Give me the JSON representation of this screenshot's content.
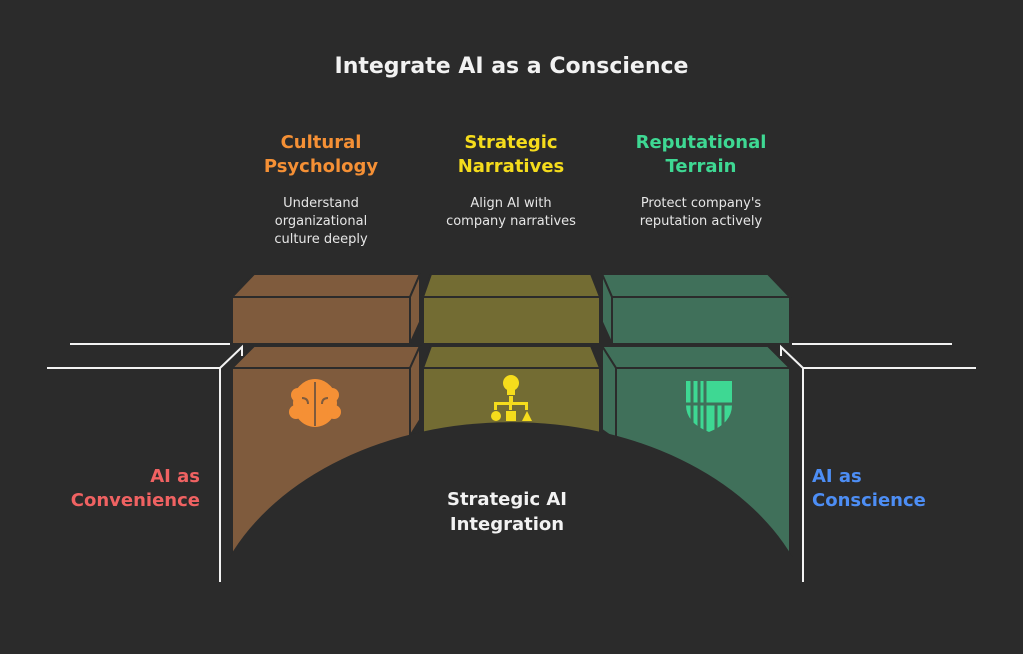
{
  "title": "Integrate AI as a Conscience",
  "pillars": [
    {
      "heading": "Cultural\nPsychology",
      "description": "Understand\norganizational\nculture deeply",
      "icon": "brain-icon",
      "color": "#f59035",
      "block_color": "#7f5b3d"
    },
    {
      "heading": "Strategic\nNarratives",
      "description": "Align AI with\ncompany narratives",
      "icon": "hierarchy-lightbulb-icon",
      "color": "#f5dc1c",
      "block_color": "#736c33"
    },
    {
      "heading": "Reputational\nTerrain",
      "description": "Protect company's\nreputation actively",
      "icon": "shield-icon",
      "color": "#3ed893",
      "block_color": "#40705a"
    }
  ],
  "left_label": {
    "text": "AI as\nConvenience",
    "color": "#f06262"
  },
  "right_label": {
    "text": "AI as\nConscience",
    "color": "#4d8ef5"
  },
  "center_label": "Strategic AI\nIntegration"
}
